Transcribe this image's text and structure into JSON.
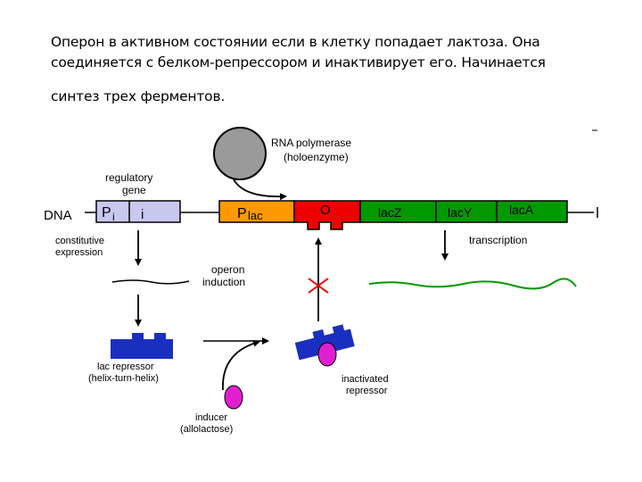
{
  "caption": {
    "line1": "Оперон в активном состоянии если в клетку попадает лактоза. Она",
    "line2": "соединяется с белком-репрессором и инактивирует его. Начинается",
    "line3": "синтез трех ферментов."
  },
  "diagram": {
    "polymerase_line1": "RNA polymerase",
    "polymerase_line2": "(holoenzyme)",
    "regulatory_line1": "regulatory",
    "regulatory_line2": "gene",
    "dna_label": "DNA",
    "p_letter": "P",
    "p_sub": "i",
    "i_label": "i",
    "plac_letter": "P",
    "plac_sub": "lac",
    "operator_label": "O",
    "lacz_label": "lacZ",
    "lacy_label": "lacY",
    "laca_label": "lacA",
    "constitutive_line1": "constitutive",
    "constitutive_line2": "expression",
    "transcription_label": "transcription",
    "operon_line1": "operon",
    "operon_line2": "induction",
    "repressor_line1": "lac repressor",
    "repressor_line2": "(helix-turn-helix)",
    "inactivated_line1": "inactivated",
    "inactivated_line2": "repressor",
    "inducer_line1": "inducer",
    "inducer_line2": "(allolactose)"
  },
  "colors": {
    "regulatory_gene": "#c8c8f0",
    "plac": "#ff9900",
    "operator": "#ee0000",
    "structural_genes": "#009900",
    "repressor": "#1a2fbf",
    "inducer": "#e020d0",
    "polymerase": "#9a9a9a",
    "mrna": "#009900",
    "block_mark": "#ee0000"
  }
}
